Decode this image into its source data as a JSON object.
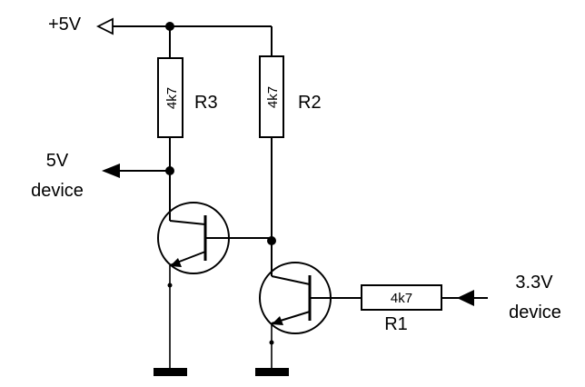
{
  "supply": {
    "label": "+5V"
  },
  "resistors": {
    "r3": {
      "name": "R3",
      "value": "4k7"
    },
    "r2": {
      "name": "R2",
      "value": "4k7"
    },
    "r1": {
      "name": "R1",
      "value": "4k7"
    }
  },
  "devices": {
    "five_volt": {
      "line1": "5V",
      "line2": "device"
    },
    "three_volt": {
      "line1": "3.3V",
      "line2": "device"
    }
  }
}
